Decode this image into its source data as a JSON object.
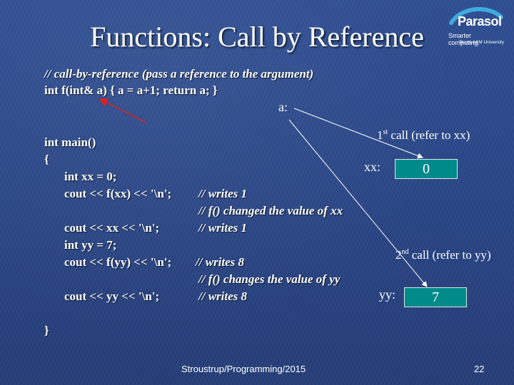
{
  "slide": {
    "title": "Functions: Call by Reference",
    "logo": {
      "name": "Parasol",
      "tagline": "Smarter computing.",
      "university": "Texas A&M University"
    },
    "code": {
      "l1": "// call-by-reference (pass a reference to the argument)",
      "l2": "int f(int& a) { a = a+1; return a; }",
      "l3": "int main()",
      "l4": "{",
      "l5": "int xx = 0;",
      "l6": "cout << f(xx) << '\\n';",
      "l6c": "// writes 1",
      "l7c": "// f() changed the value of xx",
      "l8": "cout << xx << '\\n';",
      "l8c": "// writes 1",
      "l9": "int yy = 7;",
      "l10": "cout << f(yy) << '\\n';",
      "l10c": "// writes 8",
      "l11c": "// f() changes the value of yy",
      "l12": "cout << yy << '\\n';",
      "l12c": "// writes 8",
      "l13": "}"
    },
    "diagram": {
      "a_label": "a:",
      "xx_label": "xx:",
      "yy_label": "yy:",
      "xx_value": "0",
      "yy_value": "7",
      "call1_ord": "1",
      "call1_sup": "st",
      "call1_text": " call (refer to xx)",
      "call2_ord": "2",
      "call2_sup": "nd",
      "call2_text": " call (refer to yy)"
    },
    "footer": {
      "source": "Stroustrup/Programming/2015",
      "page": "22"
    },
    "colors": {
      "background": "#2a4686",
      "box_fill": "#008a8a",
      "arrow_red": "#e02020"
    }
  }
}
